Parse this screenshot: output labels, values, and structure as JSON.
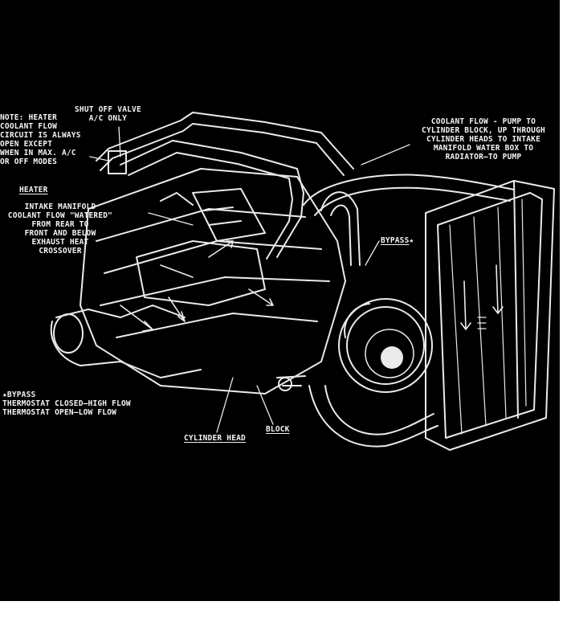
{
  "labels": {
    "note": [
      "NOTE: HEATER",
      "COOLANT FLOW",
      "CIRCUIT IS ALWAYS",
      "OPEN EXCEPT",
      "WHEN IN MAX. A/C",
      "OR OFF MODES"
    ],
    "shutoff": [
      "SHUT OFF VALVE",
      "A/C ONLY"
    ],
    "heater": "HEATER",
    "intake": [
      "INTAKE MANIFOLD",
      "COOLANT FLOW \"WATERED\"",
      "FROM REAR TO",
      "FRONT AND BELOW",
      "EXHAUST HEAT",
      "CROSSOVER"
    ],
    "coolant": [
      "COOLANT FLOW - PUMP TO",
      "CYLINDER BLOCK, UP THROUGH",
      "CYLINDER HEADS TO INTAKE",
      "MANIFOLD WATER BOX TO",
      "RADIATOR—TO PUMP"
    ],
    "bypass": "BYPASS",
    "bypass_star": "★",
    "bypass_note": [
      "★BYPASS",
      "THERMOSTAT CLOSED—HIGH FLOW",
      "THERMOSTAT OPEN—LOW FLOW"
    ],
    "cylinder_head": "CYLINDER HEAD",
    "block": "BLOCK"
  },
  "colors": {
    "background": "#000000",
    "ink": "#f4f4f4",
    "page": "#ffffff"
  }
}
